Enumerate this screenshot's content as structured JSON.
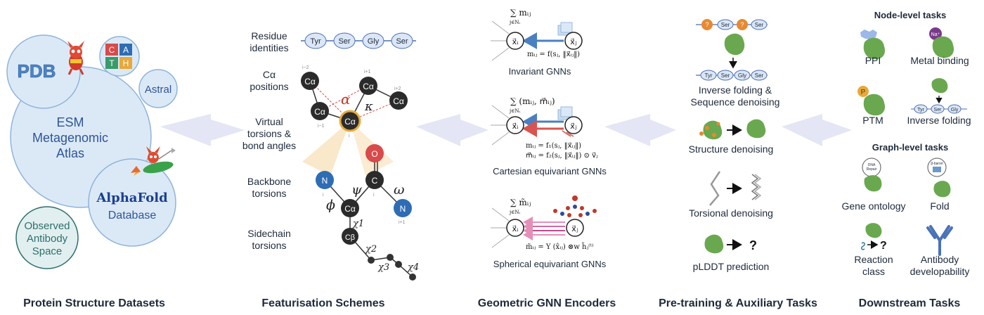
{
  "sections": {
    "datasets": "Protein Structure Datasets",
    "featurisation": "Featurisation Schemes",
    "encoders": "Geometric GNN Encoders",
    "pretraining": "Pre-training & Auxiliary Tasks",
    "downstream": "Downstream Tasks"
  },
  "datasets": {
    "pdb": "PDB",
    "astral": "Astral",
    "cath_letters": [
      "C",
      "A",
      "T",
      "H"
    ],
    "esm": [
      "ESM",
      "Metagenomic",
      "Atlas"
    ],
    "alphafold_brand": "AlphaFold",
    "alphafold_sub": "Database",
    "oas": [
      "Observed",
      "Antibody",
      "Space"
    ]
  },
  "featurisation": {
    "labels": {
      "residue": [
        "Residue",
        "identities"
      ],
      "calpha": [
        "Cα",
        "positions"
      ],
      "virtual": [
        "Virtual",
        "torsions &",
        "bond angles"
      ],
      "backbone": [
        "Backbone",
        "torsions"
      ],
      "sidechain": [
        "Sidechain",
        "torsions"
      ]
    },
    "residues": [
      "Tyr",
      "Ser",
      "Gly",
      "Ser"
    ],
    "atoms": {
      "ca": "Cα",
      "o": "O",
      "c": "C",
      "n": "N",
      "cb": "Cβ"
    },
    "indices": {
      "im2": "i−2",
      "im1": "i−1",
      "ip1": "i+1",
      "ip2": "i+2",
      "i": "i"
    },
    "greek": {
      "alpha": "α",
      "kappa": "κ",
      "psi": "ψ",
      "omega": "ω",
      "phi": "ϕ",
      "chi1": "χ1",
      "chi2": "χ2",
      "chi3": "χ3",
      "chi4": "χ4"
    }
  },
  "encoders": {
    "invariant": {
      "top": "∑ mᵢⱼ",
      "sub": "j∈Nᵢ",
      "eq": "mᵢⱼ = f(sⱼ, ‖x⃗ᵢⱼ‖)",
      "label": "Invariant GNNs"
    },
    "cartesian": {
      "top": "∑ (mᵢⱼ, m⃗ᵢⱼ)",
      "sub": "j∈Nᵢ",
      "eq1": "mᵢⱼ = f₁(sⱼ, ‖x⃗ᵢⱼ‖)",
      "eq2": "m⃗ᵢⱼ = f₂(sⱼ, ‖x⃗ᵢⱼ‖) ⊙ v⃗ⱼ",
      "label": "Cartesian equivariant GNNs"
    },
    "spherical": {
      "top": "∑ m̃ᵢⱼ",
      "sub": "j∈Nᵢ",
      "eq": "m̃ᵢⱼ = Y (x̂ᵢⱼ) ⊗w h̃ⱼ⁽ᵗ⁾",
      "label": "Spherical equivariant GNNs"
    },
    "node_i": "x⃗ᵢ",
    "node_j": "x⃗ⱼ"
  },
  "pretraining": {
    "masked": [
      "?",
      "Ser",
      "?",
      "Ser"
    ],
    "sequence": [
      "Tyr",
      "Ser",
      "Gly",
      "Ser"
    ],
    "inverse": [
      "Inverse folding &",
      "Sequence denoising"
    ],
    "structure": "Structure denoising",
    "torsional": "Torsional denoising",
    "plddt": "pLDDT prediction",
    "question": "?"
  },
  "downstream": {
    "node_header": "Node-level tasks",
    "graph_header": "Graph-level tasks",
    "ppi": "PPI",
    "metal": "Metal binding",
    "metal_badge": "Na⁺",
    "ptm": "PTM",
    "ptm_badge": "P",
    "inverse_folding": "Inverse folding",
    "inverse_seq": [
      "Tyr",
      "Ser",
      "Gly"
    ],
    "gene_ontology": "Gene ontology",
    "gene_badge": [
      "DNA",
      "Repair"
    ],
    "fold": "Fold",
    "fold_badge": "β-barrel",
    "reaction": [
      "Reaction",
      "class"
    ],
    "antibody": [
      "Antibody",
      "developability"
    ],
    "question": "?"
  },
  "colors": {
    "dataset_blue": "#2f5597",
    "circle_fill": "#dbe9f7",
    "circle_stroke": "#8fb4d9",
    "oas_stroke": "#2f6f6a",
    "protein_green": "#6aa84f",
    "atom_dark": "#2b2b2b",
    "atom_blue": "#2e6db4",
    "atom_red": "#d94a4a",
    "arrow_lavender": "#e4e6f5",
    "msg_blue": "#4a7fc1",
    "msg_red": "#d9534f",
    "msg_pink": "#e58fb8",
    "mask_orange": "#e8892f"
  }
}
